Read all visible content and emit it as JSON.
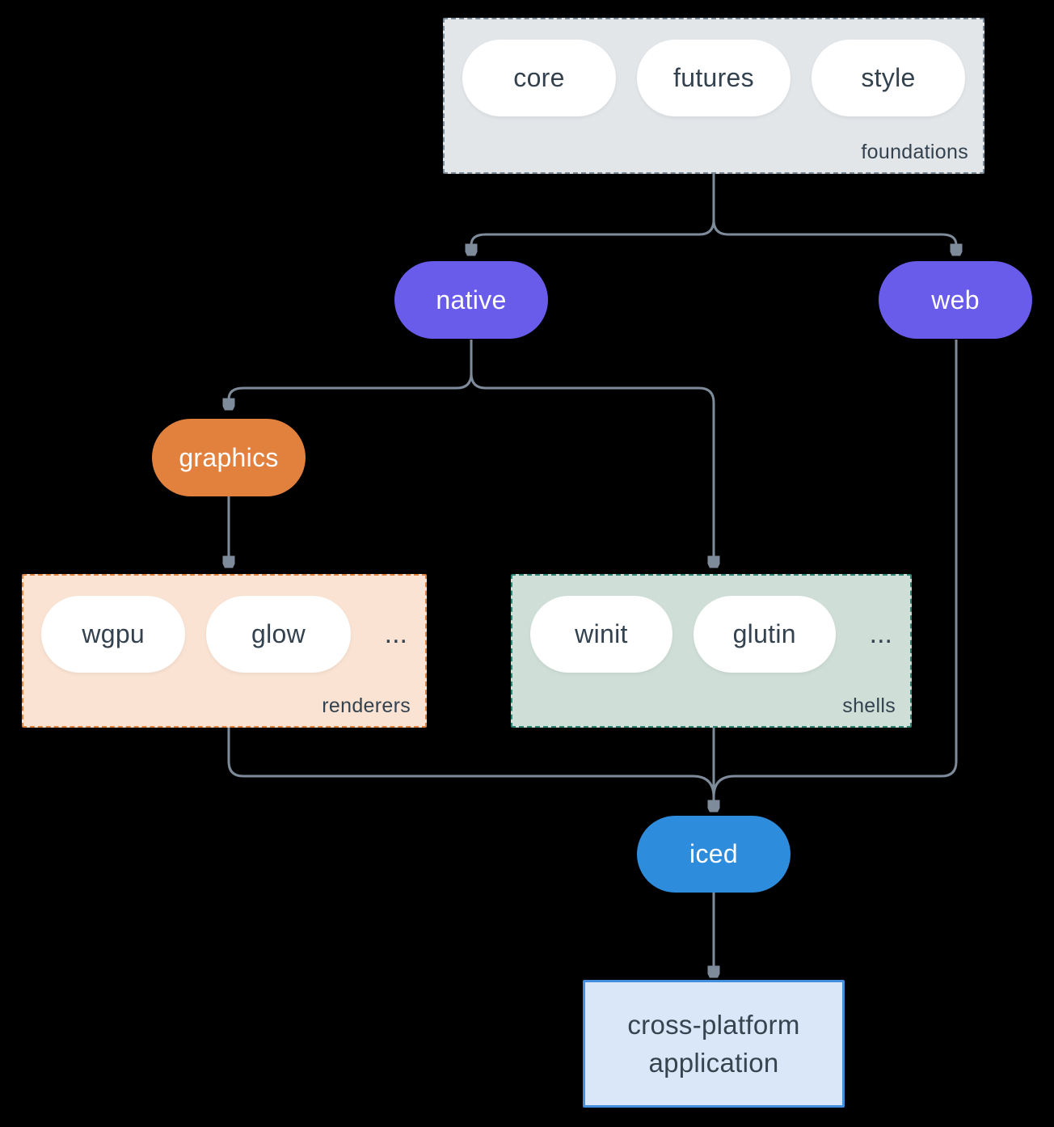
{
  "colors": {
    "background": "#000000",
    "connector": "#7E8B9A",
    "dark_text": "#33424E",
    "purple_node": "#695CEB",
    "orange_node": "#E2813D",
    "blue_node": "#2D8CDC",
    "foundations_fill": "#E2E6E9",
    "foundations_border": "#7C8B98",
    "renderers_fill": "#FAE3D3",
    "renderers_border": "#E0813C",
    "shells_fill": "#CFDFD7",
    "shells_border": "#2F8573",
    "application_fill": "#D9E7F8",
    "application_border": "#418FDD"
  },
  "foundations": {
    "label": "foundations",
    "pills": [
      "core",
      "futures",
      "style"
    ]
  },
  "nodes": {
    "native": "native",
    "web": "web",
    "graphics": "graphics",
    "iced": "iced"
  },
  "renderers": {
    "label": "renderers",
    "pills": [
      "wgpu",
      "glow"
    ],
    "ellipsis": "..."
  },
  "shells": {
    "label": "shells",
    "pills": [
      "winit",
      "glutin"
    ],
    "ellipsis": "..."
  },
  "application": {
    "line1": "cross-platform",
    "line2": "application"
  }
}
